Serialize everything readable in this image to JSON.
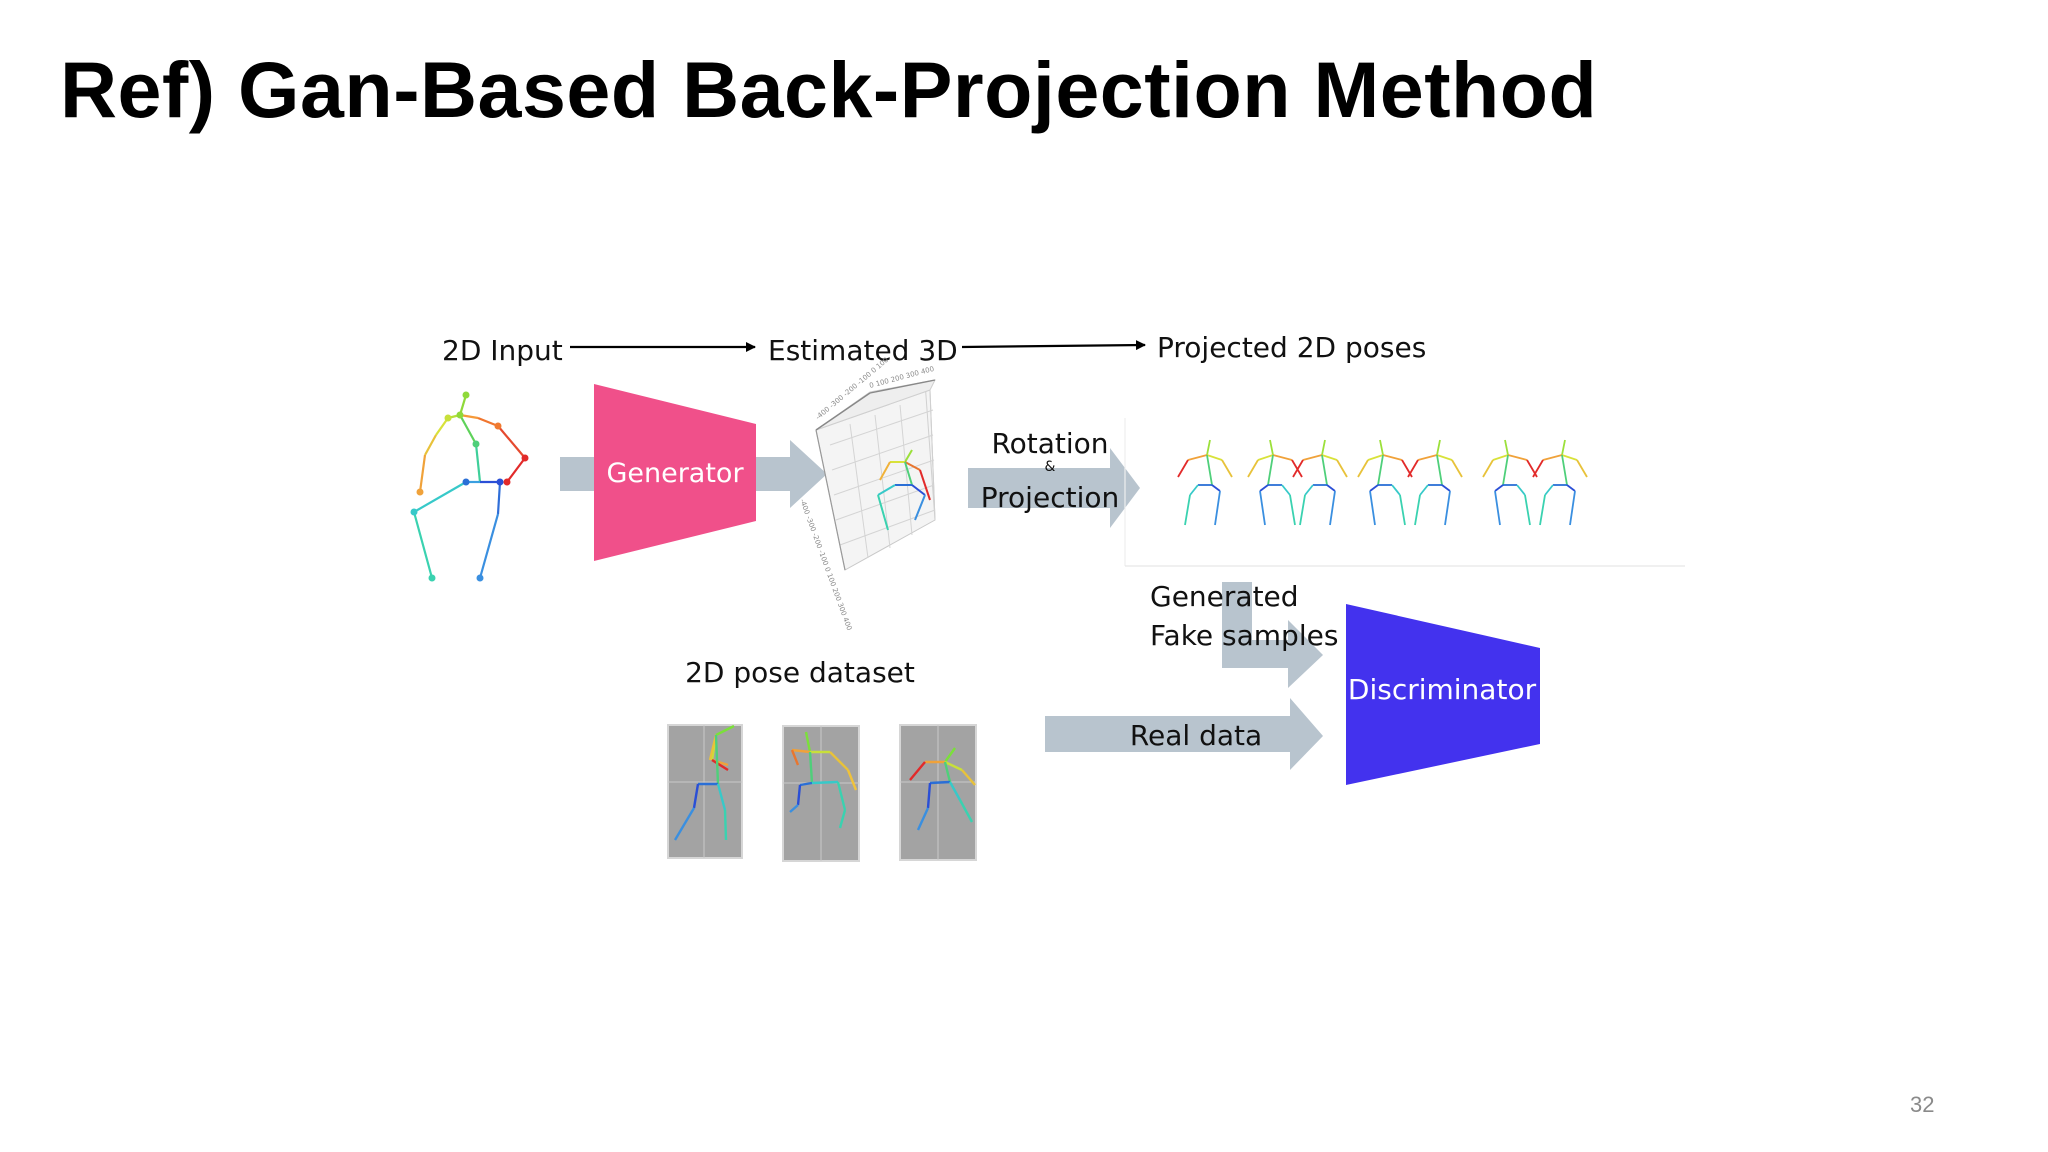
{
  "slide": {
    "title": "Ref) Gan-Based Back-Projection Method",
    "page_number": "32"
  },
  "diagram": {
    "input_label": "2D Input",
    "estimated_label": "Estimated 3D",
    "projected_label": "Projected 2D poses",
    "generator_label": "Generator",
    "rotation_label": "Rotation",
    "ampersand": "&",
    "projection_label": "Projection",
    "generated_line1": "Generated",
    "generated_line2": "Fake samples",
    "discriminator_label": "Discriminator",
    "dataset_label": "2D pose dataset",
    "real_data_label": "Real data"
  },
  "colors": {
    "generator": "#F0508A",
    "discriminator": "#4332EE",
    "arrow": "#B8C4CE",
    "dataset_tile": "#A3A3A3"
  }
}
